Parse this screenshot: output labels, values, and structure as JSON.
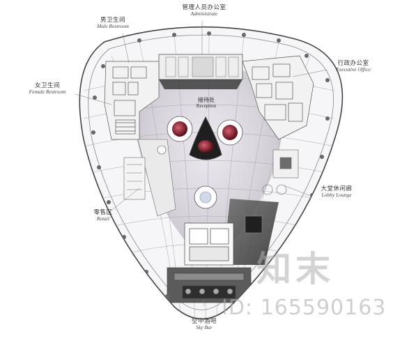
{
  "labels": {
    "administrative": {
      "zh": "管理人员办公室",
      "en": "Administrate"
    },
    "male_restroom": {
      "zh": "男卫生间",
      "en": "Male Restroom"
    },
    "female_restroom": {
      "zh": "女卫生间",
      "en": "Female Restroom"
    },
    "executive_office": {
      "zh": "行政办公室",
      "en": "Executive Office"
    },
    "reception": {
      "zh": "接待处",
      "en": "Reception"
    },
    "lobby_lounge": {
      "zh": "大堂休闲廊",
      "en": "Lobby Lounge"
    },
    "retail": {
      "zh": "零售区",
      "en": "Retail"
    },
    "sky_bar": {
      "zh": "空中酒吧",
      "en": "Sky Bar"
    }
  },
  "watermark": {
    "text": "知末",
    "id": "ID: 165590163"
  },
  "colors": {
    "line": "#555555",
    "accent": "#8a1a2a",
    "floor": "#d8d4dc",
    "dark": "#3a3a3a"
  }
}
